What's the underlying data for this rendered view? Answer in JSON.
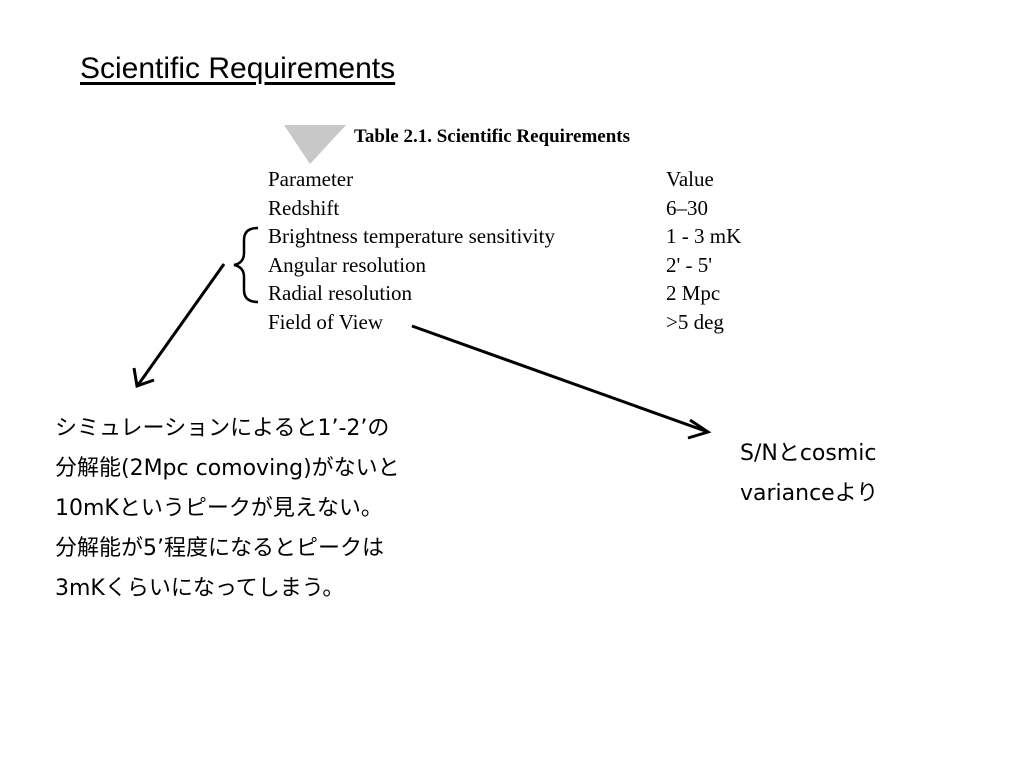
{
  "slide": {
    "title": "Scientific Requirements"
  },
  "table": {
    "caption": "Table 2.1. Scientific Requirements",
    "columns": [
      "Parameter",
      "Value"
    ],
    "rows": [
      [
        "Redshift",
        "6–30"
      ],
      [
        "Brightness temperature sensitivity",
        "1 - 3 mK"
      ],
      [
        "Angular resolution",
        "2' - 5'"
      ],
      [
        "Radial resolution",
        "2 Mpc"
      ],
      [
        "Field of View",
        ">5 deg"
      ]
    ]
  },
  "notes": {
    "left": [
      "シミュレーションによると1’-2’の",
      "分解能(2Mpc comoving)がないと",
      "10mKというピークが見えない。",
      "分解能が5’程度になるとピークは",
      "3mKくらいになってしまう。"
    ],
    "right": [
      "S/Nとcosmic",
      "varianceより"
    ]
  },
  "colors": {
    "text": "#000000",
    "triangle": "#c8c8c8"
  }
}
